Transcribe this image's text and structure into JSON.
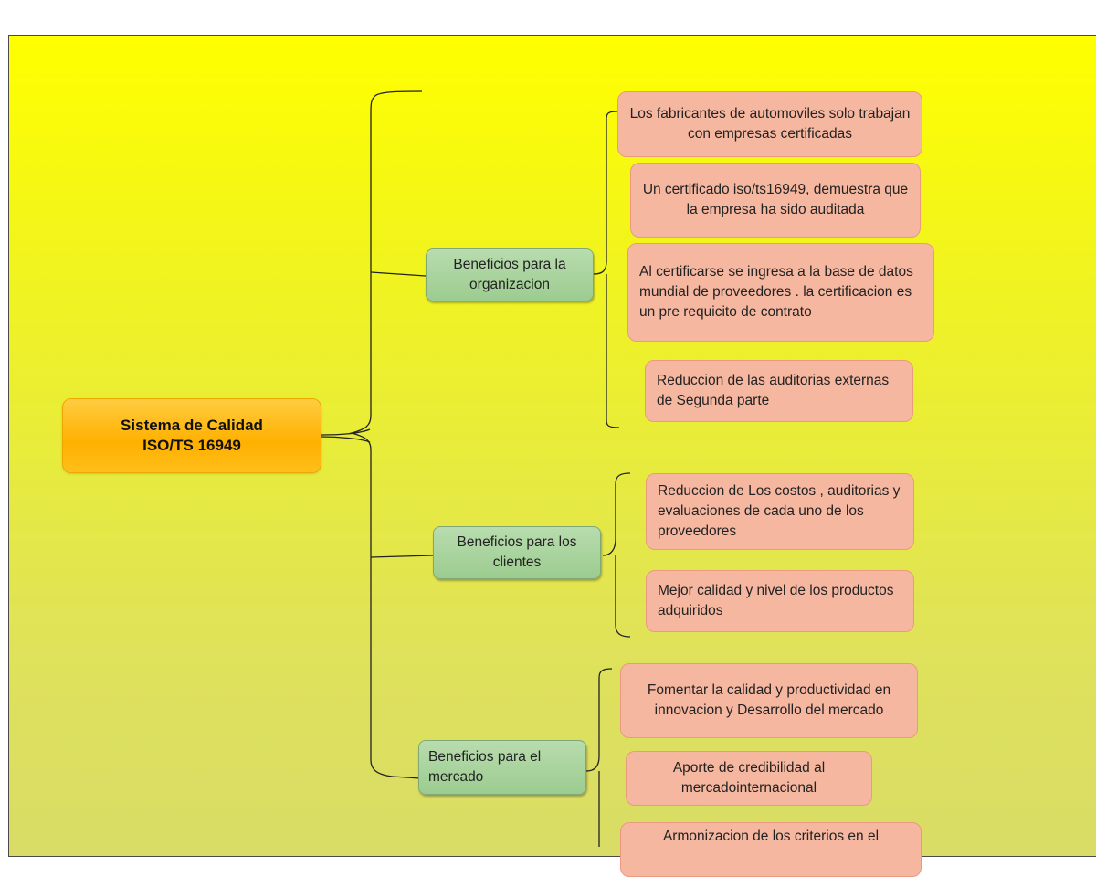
{
  "root": {
    "line1": "Sistema de Calidad",
    "line2": "ISO/TS 16949"
  },
  "branches": [
    {
      "label": "Beneficios para la organizacion",
      "leaves": [
        "Los fabricantes de automoviles solo trabajan con empresas certificadas",
        "Un certificado iso/ts16949, demuestra que la empresa ha sido auditada",
        "Al certificarse se ingresa a la base de datos mundial de proveedores . la certificacion es un pre requicito de contrato",
        "Reduccion de las auditorias externas de Segunda parte"
      ]
    },
    {
      "label": "Beneficios para los clientes",
      "leaves": [
        "Reduccion de Los costos , auditorias y evaluaciones de cada uno de los proveedores",
        "Mejor calidad y nivel de los productos adquiridos"
      ]
    },
    {
      "label": "Beneficios para el mercado",
      "leaves": [
        "Fomentar la calidad y productividad en innovacion y Desarrollo del mercado",
        "Aporte de credibilidad al mercadointernacional",
        "Armonizacion de los criterios en el"
      ]
    }
  ],
  "colors": {
    "background_top": "#ffff00",
    "background_bottom": "#d9dc66",
    "root_fill": "#ffb000",
    "branch_fill": "#a9d49d",
    "leaf_fill": "#f6b7a0"
  }
}
